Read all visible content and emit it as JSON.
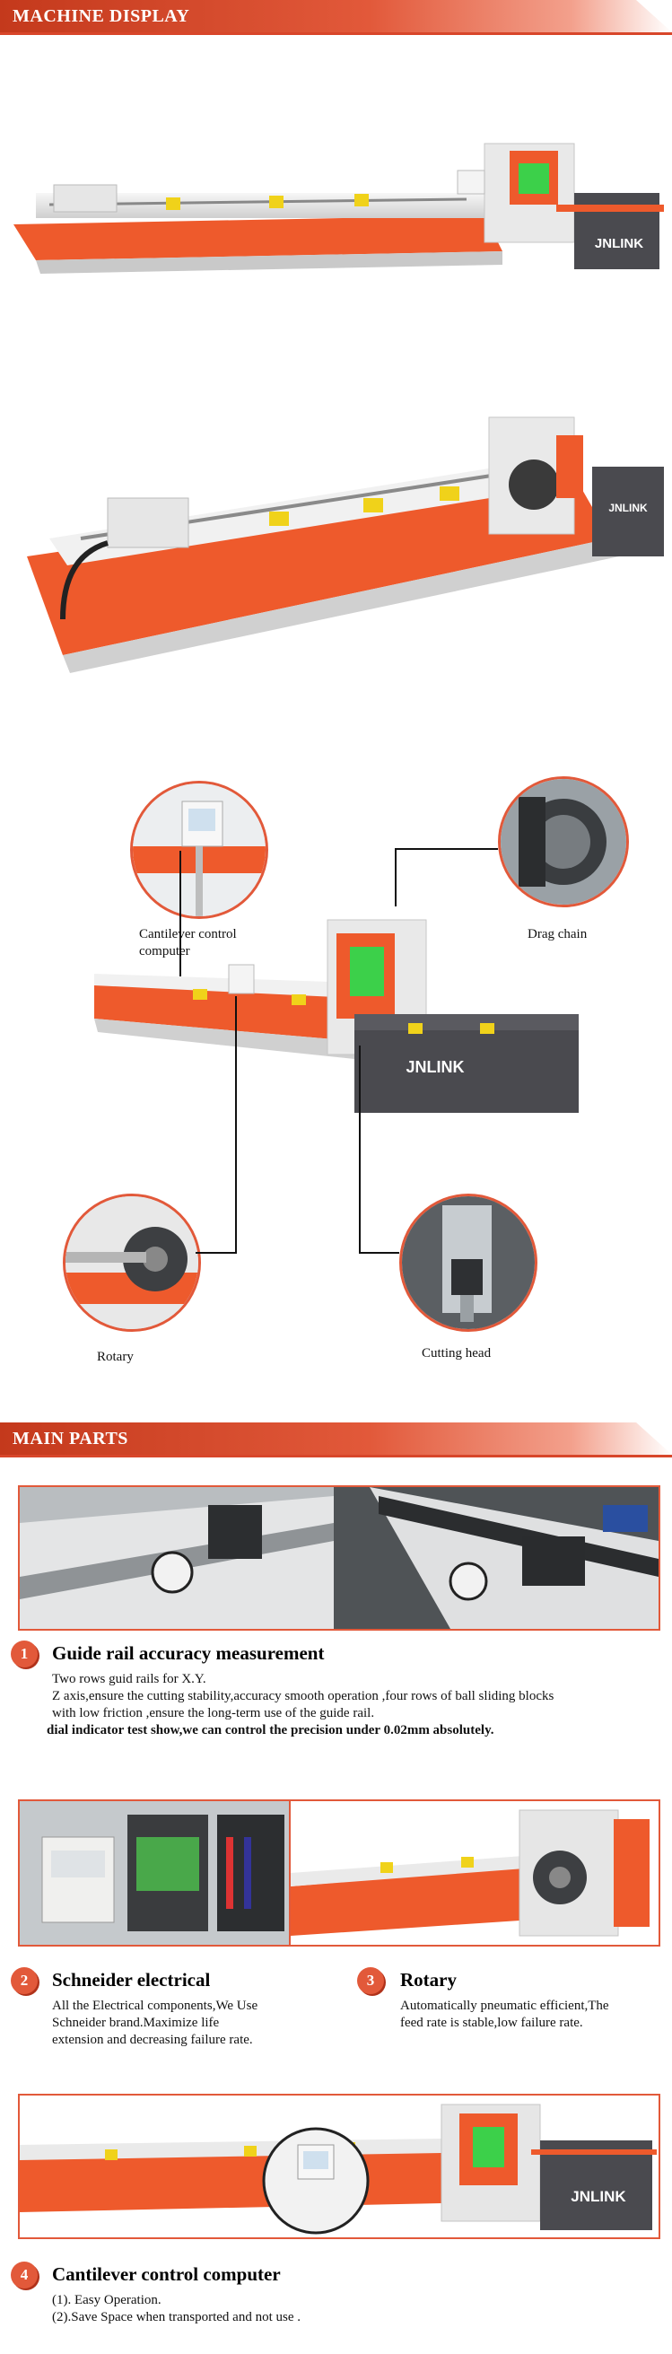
{
  "sections": {
    "machine_display": "MACHINE DISPLAY",
    "main_parts": "MAIN PARTS"
  },
  "brand": "JNLINK",
  "callouts": {
    "cantilever_line1": "Cantilever control",
    "cantilever_line2": "computer",
    "drag_chain": "Drag chain",
    "rotary": "Rotary",
    "cutting_head": "Cutting head"
  },
  "parts": [
    {
      "number": "1",
      "title": "Guide rail accuracy measurement",
      "lines": [
        "Two rows guid rails for X.Y.",
        "Z axis,ensure the cutting stability,accuracy smooth operation ,four rows of ball sliding blocks",
        "with low friction ,ensure the long-term use of the guide rail."
      ],
      "bold_line": "dial indicator test show,we can control the precision under 0.02mm absolutely."
    },
    {
      "number": "2",
      "title": "Schneider electrical",
      "lines": [
        "All the Electrical components,We Use",
        "Schneider brand.Maximize life",
        "extension and decreasing failure rate."
      ]
    },
    {
      "number": "3",
      "title": "Rotary",
      "lines": [
        "Automatically pneumatic efficient,The",
        "feed rate is stable,low failure rate."
      ]
    },
    {
      "number": "4",
      "title": "Cantilever control computer",
      "lines": [
        "(1). Easy Operation.",
        "(2).Save Space when transported and not use ."
      ]
    }
  ],
  "colors": {
    "accent": "#e2593a",
    "machine_orange": "#ee5a2c",
    "machine_dark": "#4a4a4f",
    "laser_green": "#3cd04a"
  }
}
